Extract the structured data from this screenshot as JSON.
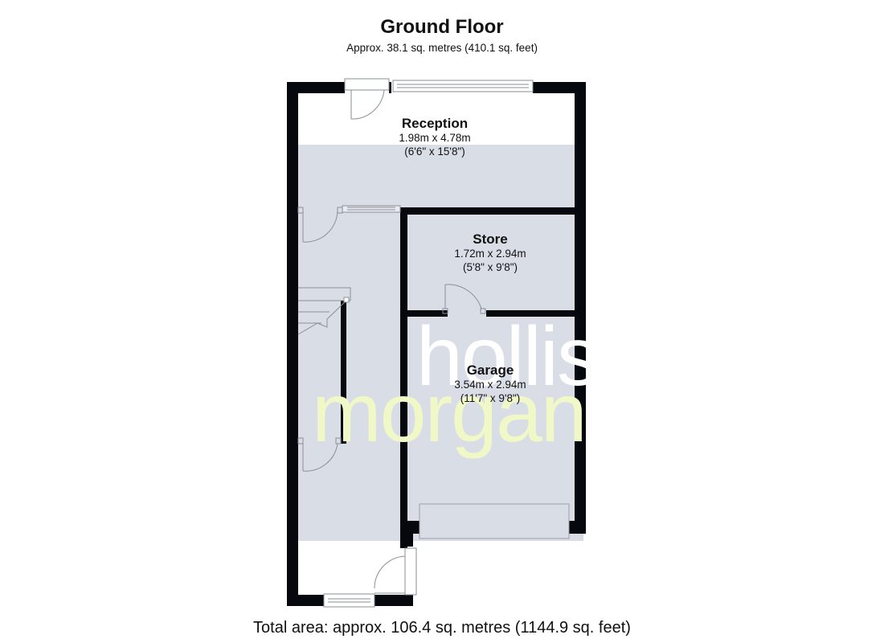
{
  "header": {
    "title": "Ground Floor",
    "subtitle": "Approx.  38.1 sq. metres (410.1 sq. feet)"
  },
  "rooms": [
    {
      "name": "Reception",
      "metric": "1.98m x 4.78m",
      "imperial": "(6'6\" x 15'8\")"
    },
    {
      "name": "Store",
      "metric": "1.72m x 2.94m",
      "imperial": "(5'8\" x 9'8\")"
    },
    {
      "name": "Garage",
      "metric": "3.54m x 2.94m",
      "imperial": "(11'7\" x 9'8\")"
    }
  ],
  "watermark": {
    "line1": "hollis",
    "line2": "morgan"
  },
  "footer": {
    "total_area": "Total area: approx. 106.4 sq. metres (1144.9 sq. feet)"
  },
  "colors": {
    "wall": "#05080d",
    "floor_fill": "#d9dee6",
    "watermark_green": "#f1f8c7",
    "fixture_line": "#8a8f96"
  }
}
